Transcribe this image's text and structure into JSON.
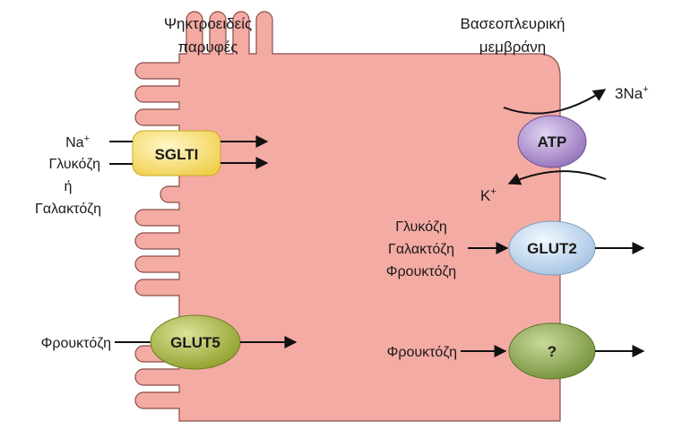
{
  "headers": {
    "apical_line1": "Ψηκτροειδείς",
    "apical_line2": "παρυφές",
    "basolateral_line1": "Βασεοπλευρική",
    "basolateral_line2": "μεμβράνη"
  },
  "left_labels": {
    "na": "Na",
    "na_sup": "+",
    "glucose": "Γλυκόζη",
    "or": "ή",
    "galactose": "Γαλακτόζη",
    "fructose": "Φρουκτόζη"
  },
  "right_labels": {
    "three_na": "3Na",
    "three_na_sup": "+",
    "k": "K",
    "k_sup": "+",
    "glucose": "Γλυκόζη",
    "galactose": "Γαλακτόζη",
    "fructose": "Φρουκτόζη",
    "fructose_lower": "Φρουκτόζη"
  },
  "transporters": {
    "sglt": "SGLTI",
    "glut5": "GLUT5",
    "atp": "ATP",
    "glut2": "GLUT2",
    "unknown": "?"
  },
  "colors": {
    "cell_fill": "#f4aba3",
    "cell_stroke": "#8a4d48",
    "sglt_fill": "#f7e27a",
    "glut5_fill": "#a9b83c",
    "atp_fill": "#a98cc8",
    "glut2_fill": "#b9d3ec",
    "unknown_fill": "#8fab4e"
  }
}
